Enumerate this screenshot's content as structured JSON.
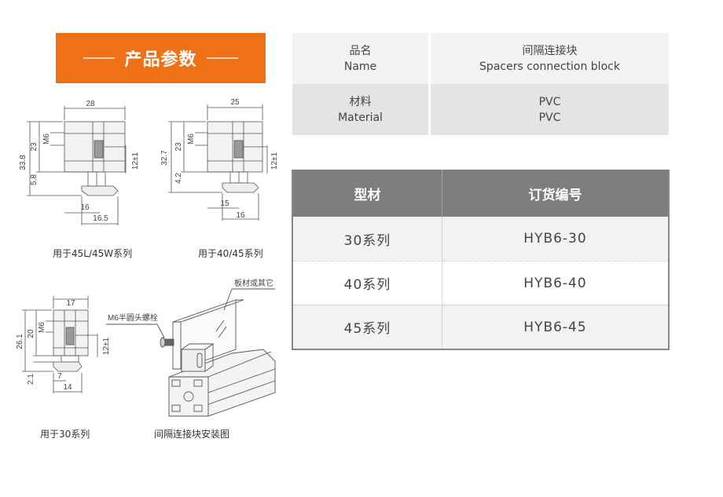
{
  "banner": {
    "title": "产品参数"
  },
  "info_table": {
    "rows": [
      {
        "label_cn": "品名",
        "label_en": "Name",
        "value_cn": "间隔连接块",
        "value_en": "Spacers connection block"
      },
      {
        "label_cn": "材料",
        "label_en": "Material",
        "value_cn": "PVC",
        "value_en": "PVC"
      }
    ]
  },
  "order_table": {
    "headers": [
      "型材",
      "订货编号"
    ],
    "rows": [
      {
        "profile": "30系列",
        "code": "HYB6-30"
      },
      {
        "profile": "40系列",
        "code": "HYB6-40"
      },
      {
        "profile": "45系列",
        "code": "HYB6-45"
      }
    ]
  },
  "drawings": {
    "d45": {
      "caption": "用于45L/45W系列",
      "width": "28",
      "height_total": "33.8",
      "height_body": "23",
      "thread": "M6",
      "slot": "5.8",
      "tol": "12±1",
      "w1": "16",
      "w2": "16.5"
    },
    "d40": {
      "caption": "用于40/45系列",
      "width": "25",
      "height_total": "32.7",
      "height_body": "23",
      "thread": "M6",
      "slot": "4.2",
      "tol": "12±1",
      "w1": "15",
      "w2": "16"
    },
    "d30": {
      "caption": "用于30系列",
      "width": "17",
      "height_total": "26.1",
      "height_body": "20",
      "thread": "M6",
      "slot": "2.1",
      "tol": "12±1",
      "w1": "7",
      "w2": "14"
    },
    "install": {
      "caption": "间隔连接块安装图",
      "label_bolt": "M6半圆头螺栓",
      "label_plate": "板材或其它"
    }
  }
}
